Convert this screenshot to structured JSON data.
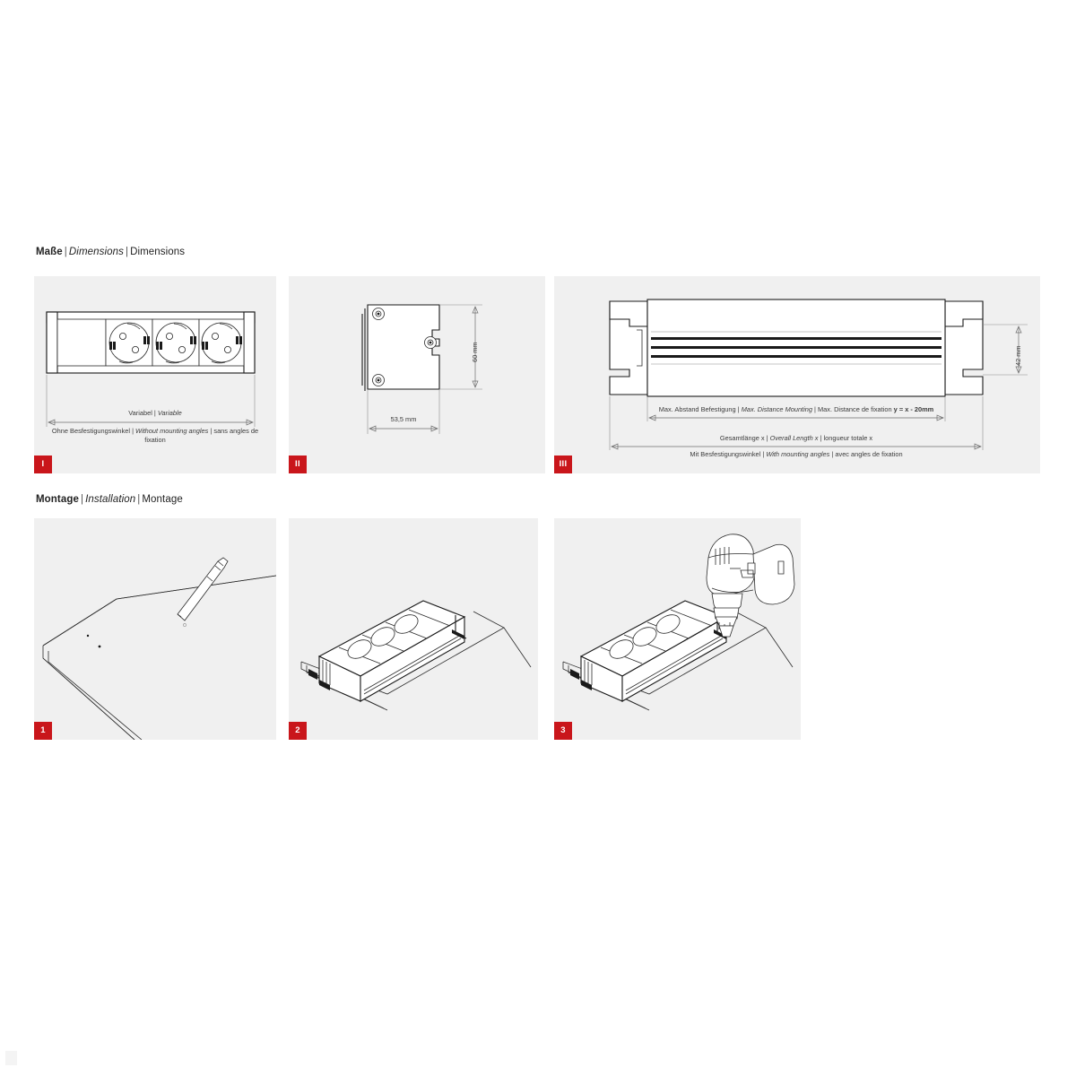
{
  "page": {
    "background": "#ffffff",
    "panel_background": "#f0f0f0",
    "accent_color": "#c9161b",
    "line_color": "#1a1a1a"
  },
  "sections": [
    {
      "id": "dimensions",
      "title": {
        "de": "Maße",
        "en": "Dimensions",
        "fr": "Dimensions",
        "separator": "|"
      }
    },
    {
      "id": "installation",
      "title": {
        "de": "Montage",
        "en": "Installation",
        "fr": "Montage",
        "separator": "|"
      }
    }
  ],
  "dimension_panels": [
    {
      "badge": "I",
      "view": "front-view-socket-strip",
      "dimension_label": {
        "de": "Variabel",
        "en": "Variable",
        "separator": "|"
      },
      "caption": {
        "de": "Ohne Besfestigungswinkel",
        "en": "Without mounting angles",
        "fr": "sans angles de fixation",
        "separator": "|"
      },
      "sockets": 3,
      "blank_modules": 1
    },
    {
      "badge": "II",
      "view": "side-view-housing",
      "width_label": "53,5 mm",
      "height_label": "60 mm"
    },
    {
      "badge": "III",
      "view": "top-view-with-mounting-angles",
      "height_label": "42 mm",
      "lines": [
        {
          "de": "Max. Abstand Befestigung",
          "en": "Max. Distance Mounting",
          "fr": "Max. Distance de fixation",
          "formula": "y = x - 20mm",
          "separator": "|"
        },
        {
          "de": "Gesamtlänge  x",
          "en": "Overall Length x",
          "fr": "longueur totale x",
          "separator": "|"
        },
        {
          "de": "Mit Besfestigungswinkel",
          "en": "With mounting angles",
          "fr": "avec angles de fixation",
          "separator": "|"
        }
      ]
    }
  ],
  "installation_panels": [
    {
      "badge": "1",
      "illustration": "desk-with-pen-marking"
    },
    {
      "badge": "2",
      "illustration": "socket-unit-placed-on-desk"
    },
    {
      "badge": "3",
      "illustration": "cordless-drill-fixing-unit"
    }
  ]
}
